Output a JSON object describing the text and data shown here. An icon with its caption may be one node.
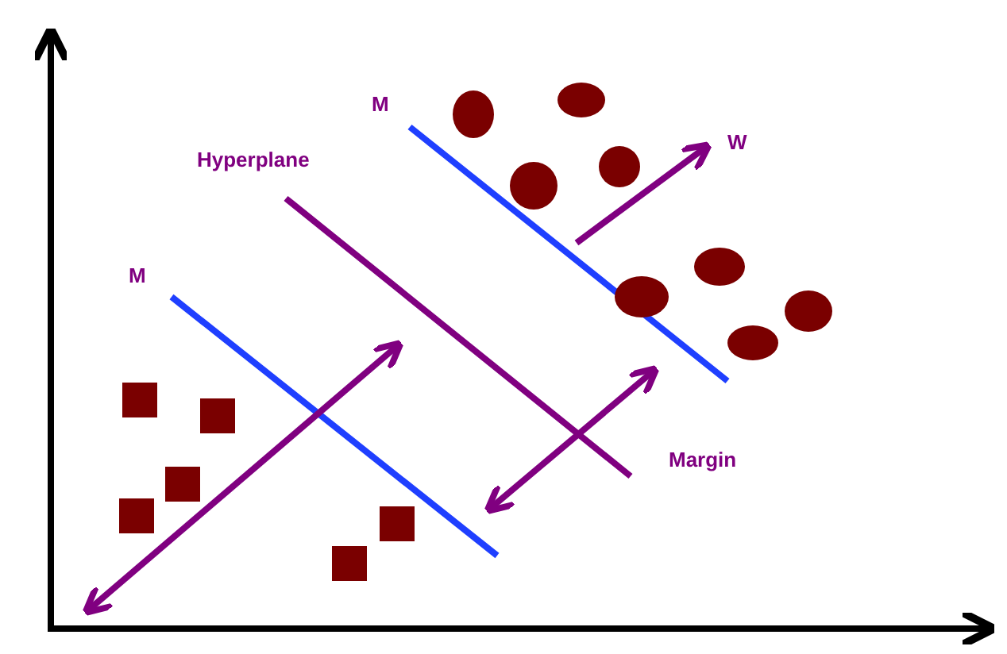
{
  "diagram": {
    "labels": [
      "M",
      "W",
      "Hyperplane",
      "M",
      "Margin"
    ]
  }
}
